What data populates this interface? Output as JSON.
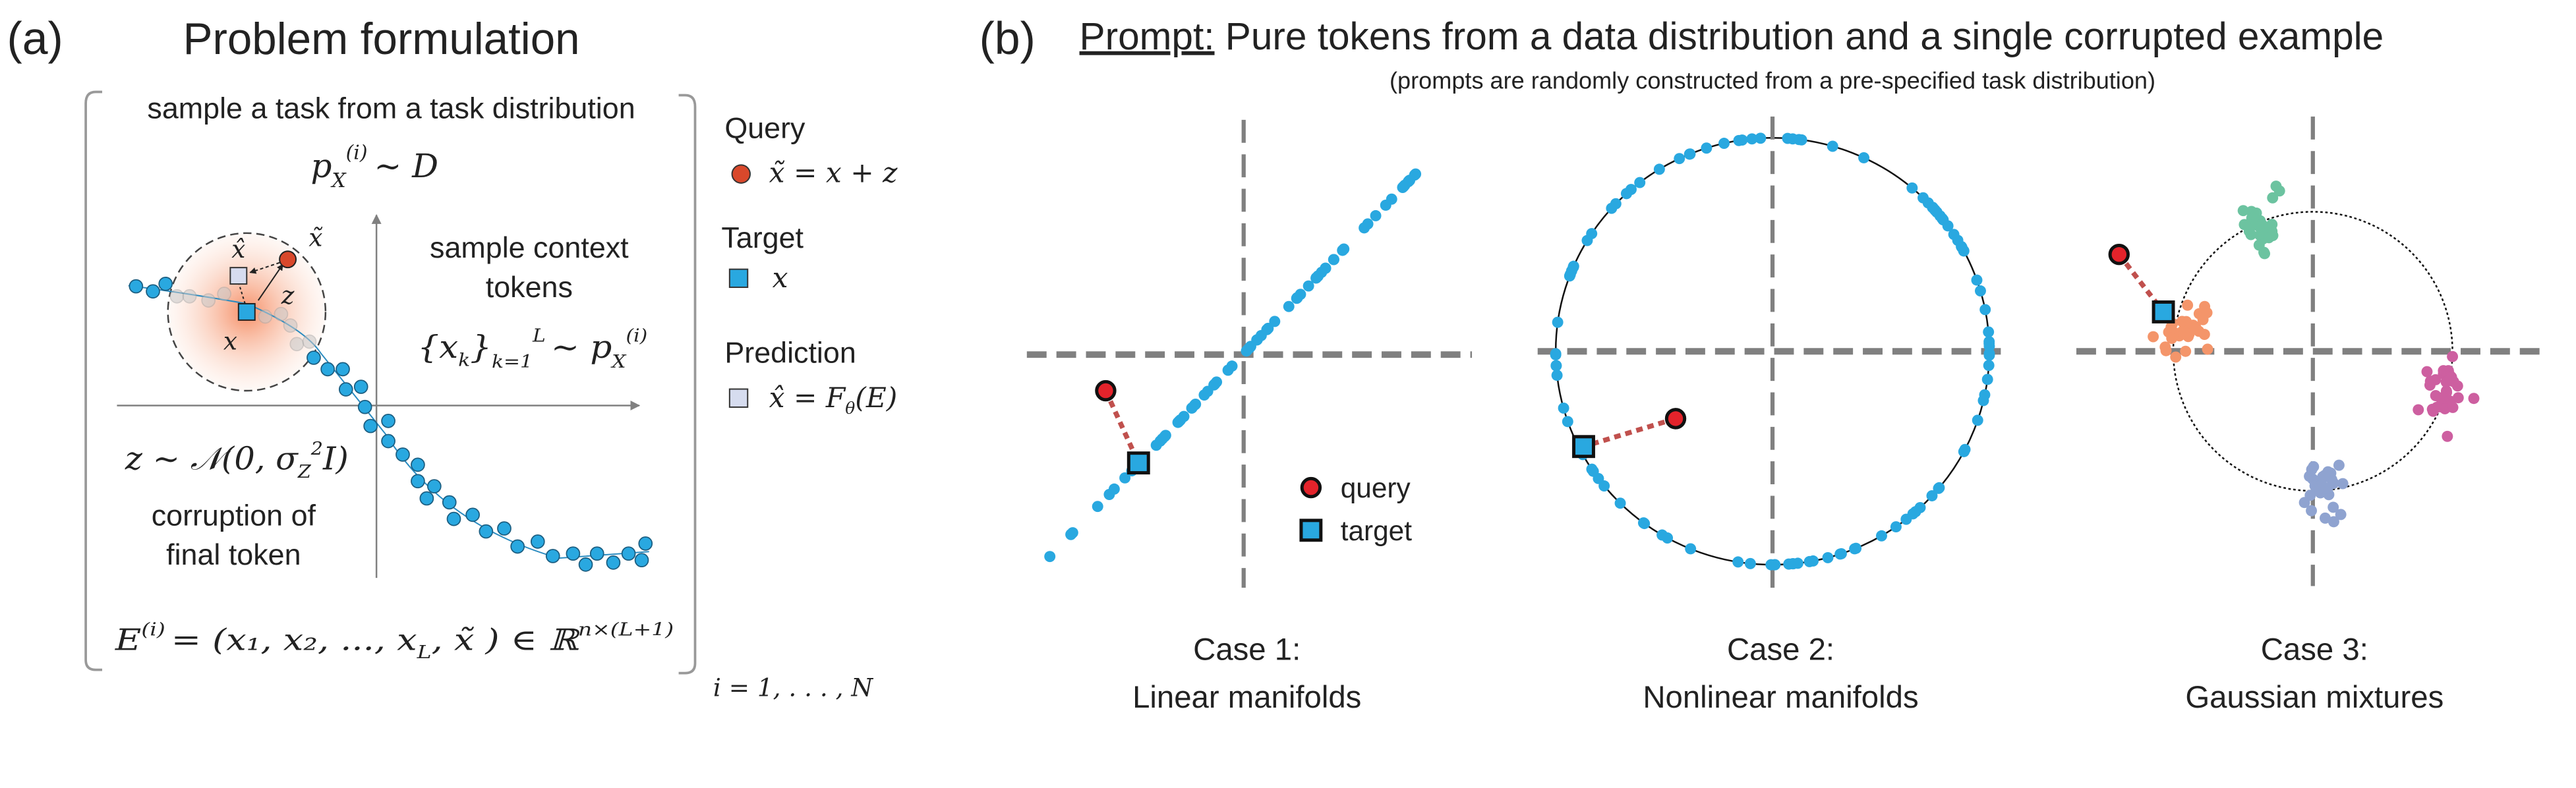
{
  "panel_a": {
    "label": "(a)",
    "title": "Problem formulation",
    "task_text": "sample a task from a task distribution",
    "task_formula": {
      "base": "p",
      "sup": "(i)",
      "sub": "X",
      "rest": "∼ D"
    },
    "context_text": [
      "sample context",
      "tokens"
    ],
    "context_formula": {
      "set": "{x",
      "set_sub": "k",
      "close": "}",
      "sup": "L",
      "sub": "k=1",
      "rel": "∼ p",
      "p_sup": "(i)",
      "p_sub": "X"
    },
    "noise_formula": {
      "a": "z ∼ 𝒩(0, σ",
      "sup": "2",
      "sub": "Z",
      "b": "I)"
    },
    "corruption_text": [
      "corruption of",
      "final token"
    ],
    "embedding_formula": {
      "E": "E",
      "sup": "(i)",
      "body": "= (x₁, x₂, ..., x",
      "sub": "L",
      "body2": ", x̃ ) ∈ ℝ",
      "sup2": "n×(L+1)"
    },
    "circle_labels": {
      "pred": "x̂",
      "query": "x̃",
      "noise": "z",
      "target": "x"
    },
    "index_text": "i = 1, . . . , N",
    "legend": {
      "query_title": "Query",
      "query_formula": "x̃ = x + z",
      "target_title": "Target",
      "target_formula": "x",
      "prediction_title": "Prediction",
      "prediction_formula": "x̂ = F",
      "prediction_sub": "θ",
      "prediction_tail": "(E)"
    }
  },
  "panel_b": {
    "label": "(b)",
    "title_prefix": "Prompt:",
    "title": " Pure tokens from a data distribution and a single corrupted example",
    "subtitle": "(prompts are randomly constructed from a pre-specified task distribution)",
    "legend": {
      "query": "query",
      "target": "target"
    },
    "cases": [
      {
        "title": "Case 1:",
        "subtitle": "Linear manifolds"
      },
      {
        "title": "Case 2:",
        "subtitle": "Nonlinear manifolds"
      },
      {
        "title": "Case 3:",
        "subtitle": "Gaussian mixtures"
      }
    ]
  },
  "colors": {
    "token": "#29a8e0",
    "query_a": "#d9482b",
    "query_b": "#e3232b",
    "prediction": "#d6dcef",
    "link": "#c0504d",
    "axis_dash": "#808080",
    "cluster_green": "#6cc3a0",
    "cluster_orange": "#f4956a",
    "cluster_pink": "#cd5fa0",
    "cluster_blue": "#8fa3d0"
  }
}
